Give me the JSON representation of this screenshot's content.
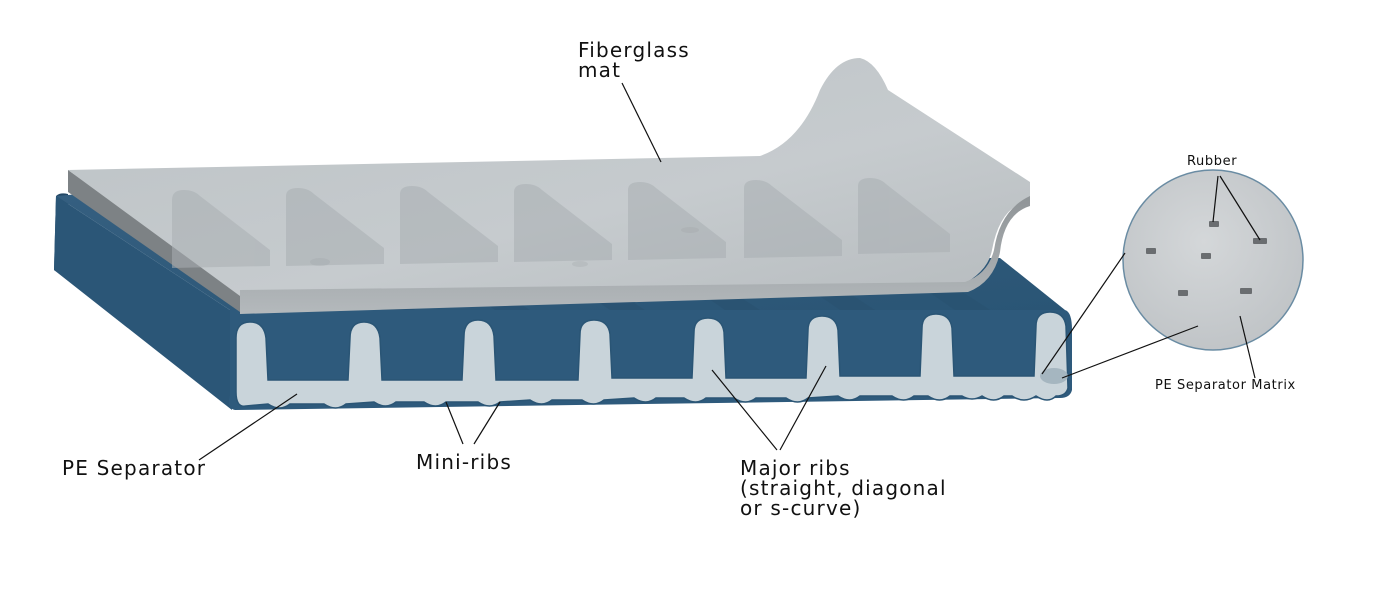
{
  "labels": {
    "fiberglass_mat": [
      "Fiberglass",
      "mat"
    ],
    "pe_separator": "PE Separator",
    "mini_ribs": "Mini-ribs",
    "major_ribs": [
      "Major ribs",
      "(straight, diagonal",
      "or s-curve)"
    ],
    "rubber": "Rubber",
    "pe_separator_matrix": "PE Separator Matrix"
  },
  "colors": {
    "separator_blue": "#2e5a7c",
    "separator_blue_dark": "#264d6b",
    "cross_section": "#c9d4da",
    "mat_gray": "#c3c8cb",
    "mat_edge": "#9ea3a6",
    "matrix_gray": "#c8cccf",
    "leader_line": "#111111"
  }
}
